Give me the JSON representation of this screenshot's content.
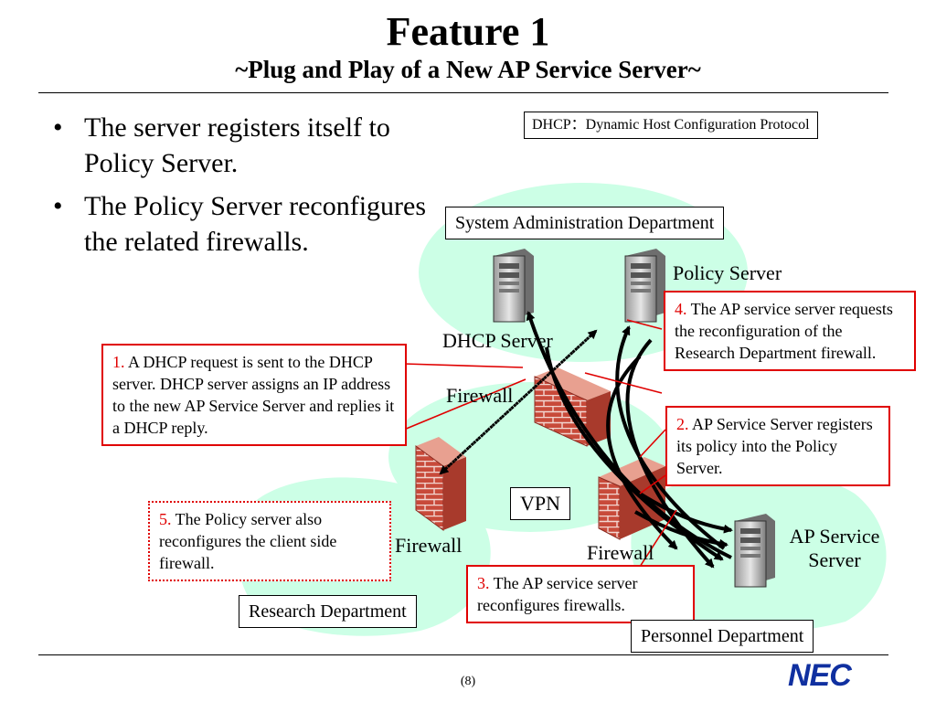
{
  "header": {
    "title": "Feature 1",
    "subtitle": "~Plug and Play of a New AP Service Server~"
  },
  "bullets": [
    {
      "marker": "•",
      "text": "The server registers itself to Policy Server."
    },
    {
      "marker": "•",
      "text": "The Policy Server reconfigures the related firewalls."
    }
  ],
  "legend": {
    "dhcp_definition": "DHCP：Dynamic Host Configuration Protocol"
  },
  "departments": {
    "system_admin": "System Administration Department",
    "research": "Research Department",
    "personnel": "Personnel Department"
  },
  "labels": {
    "policy_server": "Policy Server",
    "dhcp_server": "DHCP Server",
    "firewall_top": "Firewall",
    "firewall_left": "Firewall",
    "firewall_right": "Firewall",
    "vpn": "VPN",
    "ap_service_server": "AP Service Server"
  },
  "steps": [
    {
      "number": "1.",
      "text": " A DHCP request is sent to the DHCP server. DHCP server assigns an IP address to the new AP Service Server and replies it a DHCP reply."
    },
    {
      "number": "2.",
      "text": " AP Service Server registers its policy into the Policy Server."
    },
    {
      "number": "3.",
      "text": " The AP service server reconfigures firewalls."
    },
    {
      "number": "4.",
      "text": " The AP service server requests the reconfiguration of the Research Department firewall."
    },
    {
      "number": "5.",
      "text": " The Policy server also reconfigures the client side firewall."
    }
  ],
  "footer": {
    "page": "(8)",
    "logo": "NEC"
  },
  "colors": {
    "zone_fill": "#ccffe6",
    "accent_red": "#e00000",
    "brick": "#c84a3a",
    "logo_blue": "#1030a0"
  }
}
